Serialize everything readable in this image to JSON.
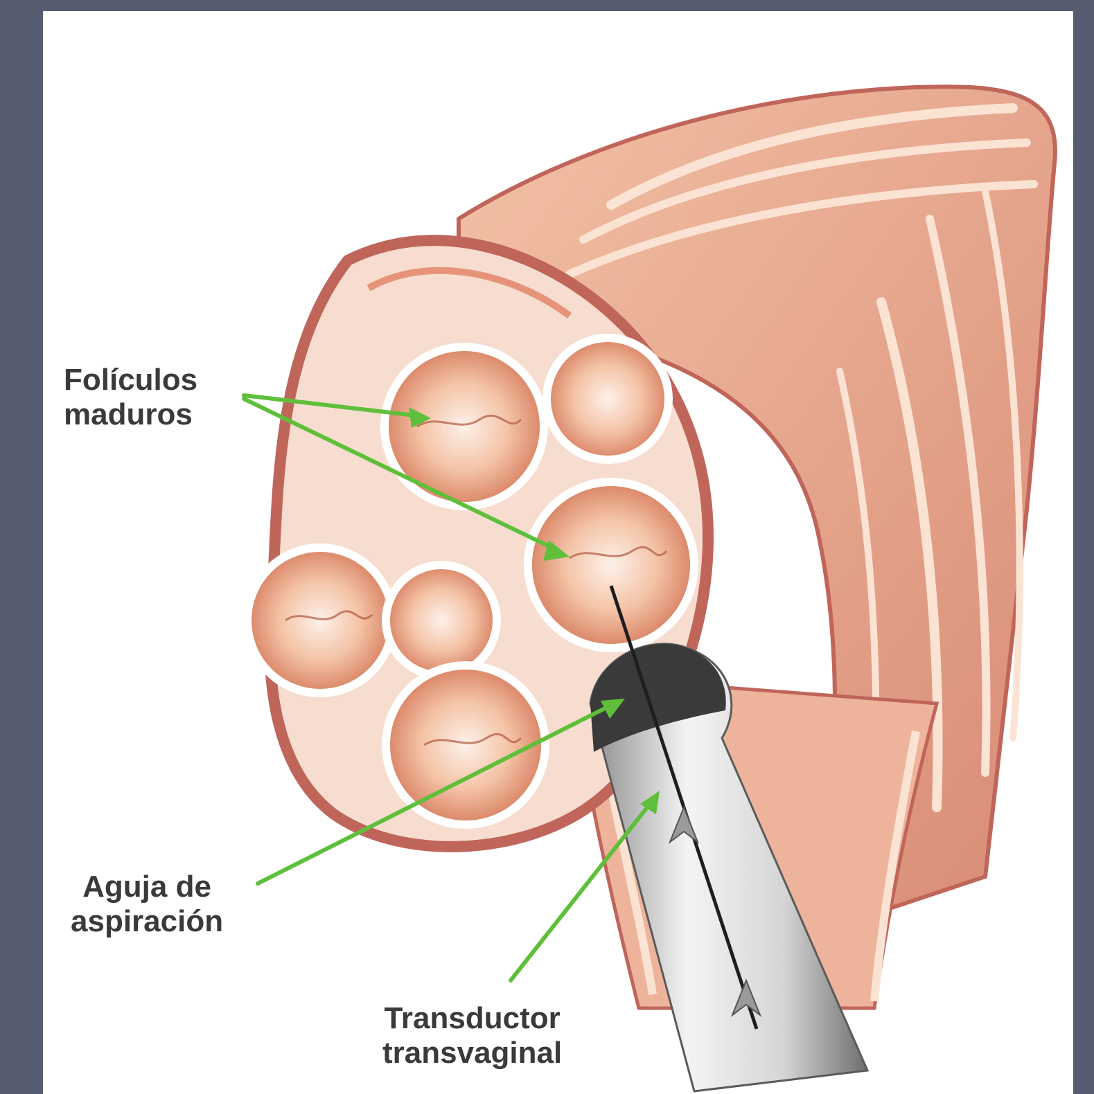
{
  "labels": {
    "foliculos": {
      "line1": "Folículos",
      "line2": "maduros"
    },
    "aguja": {
      "line1": "Aguja de",
      "line2": "aspiración"
    },
    "transductor": {
      "line1": "Transductor",
      "line2": "transvaginal"
    }
  },
  "colors": {
    "background": "#565d70",
    "panel": "#ffffff",
    "tissue": "#e8a488",
    "tissue_dark": "#c86a60",
    "tissue_light": "#f6d2bf",
    "follicle": "#f1b89a",
    "arrow": "#5fbf3a",
    "probe": "#c9c9c9",
    "needle": "#222222"
  }
}
